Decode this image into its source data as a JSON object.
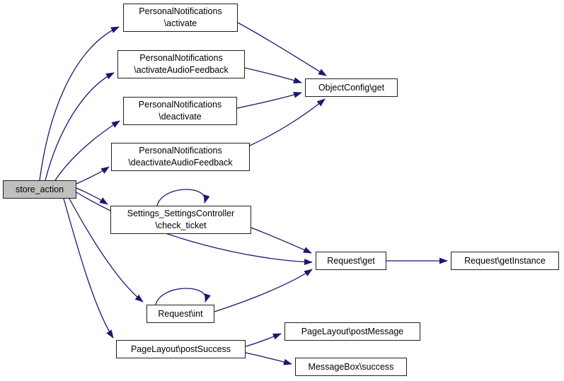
{
  "diagram": {
    "kind": "call-graph",
    "colors": {
      "edge": "#191970",
      "node_fill": "#ffffff",
      "node_border": "#1f1f1f",
      "highlight_fill": "#bfbfbf",
      "text": "#000000",
      "background": "#ffffff"
    }
  },
  "graph": {
    "nodes": [
      {
        "id": "store_action",
        "label": "store_action",
        "highlighted": true
      },
      {
        "id": "personalnotifications_activate",
        "label": "PersonalNotifications\n\\activate",
        "highlighted": false
      },
      {
        "id": "personalnotifications_activateaudiofeedback",
        "label": "PersonalNotifications\n\\activateAudioFeedback",
        "highlighted": false
      },
      {
        "id": "personalnotifications_deactivate",
        "label": "PersonalNotifications\n\\deactivate",
        "highlighted": false
      },
      {
        "id": "personalnotifications_deactivateaudiofeedback",
        "label": "PersonalNotifications\n\\deactivateAudioFeedback",
        "highlighted": false
      },
      {
        "id": "objectconfig_get",
        "label": "ObjectConfig\\get",
        "highlighted": false
      },
      {
        "id": "settings_settingscontroller_check_ticket",
        "label": "Settings_SettingsController\n\\check_ticket",
        "highlighted": false
      },
      {
        "id": "request_get",
        "label": "Request\\get",
        "highlighted": false
      },
      {
        "id": "request_getinstance",
        "label": "Request\\getInstance",
        "highlighted": false
      },
      {
        "id": "request_int",
        "label": "Request\\int",
        "highlighted": false
      },
      {
        "id": "pagelayout_postsuccess",
        "label": "PageLayout\\postSuccess",
        "highlighted": false
      },
      {
        "id": "pagelayout_postmessage",
        "label": "PageLayout\\postMessage",
        "highlighted": false
      },
      {
        "id": "messagebox_success",
        "label": "MessageBox\\success",
        "highlighted": false
      }
    ],
    "edges": [
      {
        "from": "store_action",
        "to": "personalnotifications_activate"
      },
      {
        "from": "store_action",
        "to": "personalnotifications_activateaudiofeedback"
      },
      {
        "from": "store_action",
        "to": "personalnotifications_deactivate"
      },
      {
        "from": "store_action",
        "to": "personalnotifications_deactivateaudiofeedback"
      },
      {
        "from": "store_action",
        "to": "settings_settingscontroller_check_ticket"
      },
      {
        "from": "store_action",
        "to": "request_get"
      },
      {
        "from": "store_action",
        "to": "request_int"
      },
      {
        "from": "store_action",
        "to": "pagelayout_postsuccess"
      },
      {
        "from": "personalnotifications_activate",
        "to": "objectconfig_get"
      },
      {
        "from": "personalnotifications_activateaudiofeedback",
        "to": "objectconfig_get"
      },
      {
        "from": "personalnotifications_deactivate",
        "to": "objectconfig_get"
      },
      {
        "from": "personalnotifications_deactivateaudiofeedback",
        "to": "objectconfig_get"
      },
      {
        "from": "settings_settingscontroller_check_ticket",
        "to": "settings_settingscontroller_check_ticket"
      },
      {
        "from": "settings_settingscontroller_check_ticket",
        "to": "request_get"
      },
      {
        "from": "request_get",
        "to": "request_getinstance"
      },
      {
        "from": "request_int",
        "to": "request_int"
      },
      {
        "from": "request_int",
        "to": "request_get"
      },
      {
        "from": "pagelayout_postsuccess",
        "to": "pagelayout_postmessage"
      },
      {
        "from": "pagelayout_postsuccess",
        "to": "messagebox_success"
      }
    ]
  }
}
